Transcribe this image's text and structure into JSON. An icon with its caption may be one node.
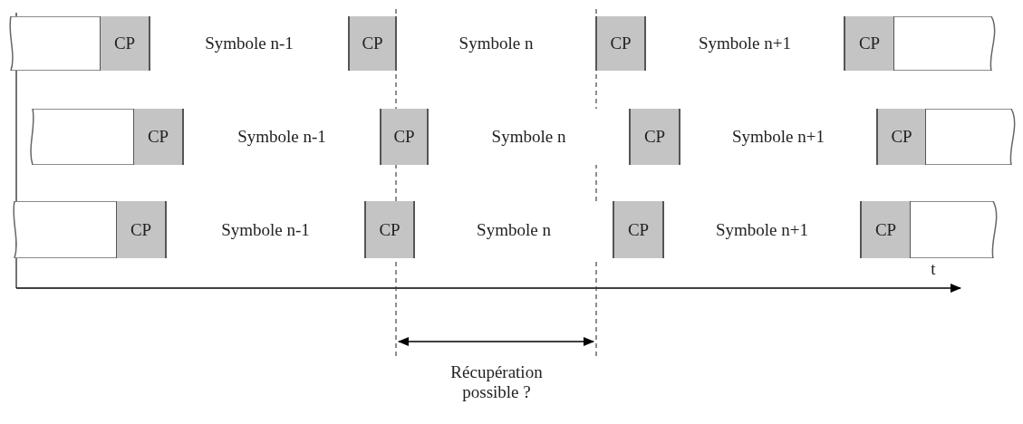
{
  "diagram": {
    "nodes": [
      {
        "text": [],
        "shape": "bar"
      },
      {
        "text": [
          "CP"
        ],
        "in": 0
      },
      {
        "text": [
          "Symbole n-1"
        ],
        "in": 0
      },
      {
        "text": [
          "CP"
        ],
        "in": 0
      },
      {
        "text": [
          "Symbole n"
        ],
        "in": 0
      },
      {
        "text": [
          "CP"
        ],
        "in": 0
      },
      {
        "text": [
          "Symbole n+1"
        ],
        "in": 0
      },
      {
        "text": [
          "CP"
        ],
        "in": 0
      },
      {
        "text": [],
        "shape": "bar"
      },
      {
        "text": [
          "CP"
        ],
        "in": 8
      },
      {
        "text": [
          "Symbole n-1"
        ],
        "in": 8
      },
      {
        "text": [
          "CP"
        ],
        "in": 8
      },
      {
        "text": [
          "Symbole n"
        ],
        "in": 8
      },
      {
        "text": [
          "CP"
        ],
        "in": 8
      },
      {
        "text": [
          "Symbole n+1"
        ],
        "in": 8
      },
      {
        "text": [
          "CP"
        ],
        "in": 8
      },
      {
        "text": [],
        "shape": "bar"
      },
      {
        "text": [
          "CP"
        ],
        "in": 16
      },
      {
        "text": [
          "Symbole n-1"
        ],
        "in": 16
      },
      {
        "text": [
          "CP"
        ],
        "in": 16
      },
      {
        "text": [
          "Symbole n"
        ],
        "in": 16
      },
      {
        "text": [
          "CP"
        ],
        "in": 16
      },
      {
        "text": [
          "Symbole n+1"
        ],
        "in": 16
      },
      {
        "text": [
          "CP"
        ],
        "in": 16
      }
    ],
    "labels": [
      "t",
      "Récupération possible ?"
    ]
  }
}
